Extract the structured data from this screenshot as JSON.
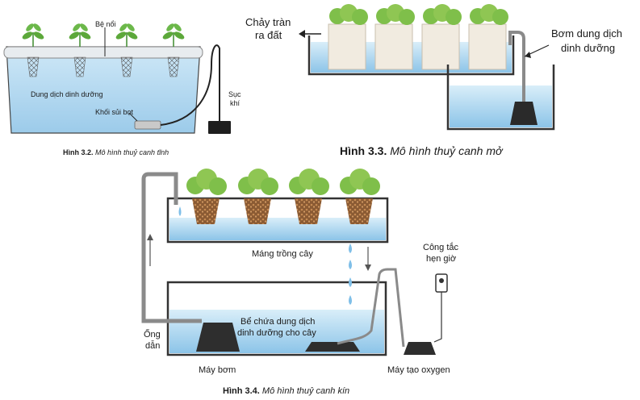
{
  "figure_32": {
    "caption_num": "Hình 3.2.",
    "caption_text": " Mô hình thuỷ canh tĩnh",
    "label_lid": "Bệ nổi",
    "label_solution": "Dung dịch dinh dưỡng",
    "label_air_stone": "Khối sủi bọt",
    "label_aerator_line1": "Sục",
    "label_aerator_line2": "khí"
  },
  "figure_33": {
    "caption_num": "Hình 3.3.",
    "caption_text": " Mô hình thuỷ canh mở",
    "label_overflow_line1": "Chảy tràn",
    "label_overflow_line2": "ra đất",
    "label_pump_line1": "Bơm dung dịch",
    "label_pump_line2": "dinh dưỡng"
  },
  "figure_34": {
    "caption_num": "Hình 3.4.",
    "caption_text": " Mô hình thuỷ canh kín",
    "label_channel": "Máng trồng cây",
    "label_reservoir_line1": "Bể chứa dung dịch",
    "label_reservoir_line2": "dinh dưỡng cho cây",
    "label_pipe_line1": "Ống",
    "label_pipe_line2": "dẫn",
    "label_pump": "Máy bơm",
    "label_oxygen": "Máy tạo oxygen",
    "label_timer_line1": "Công tắc",
    "label_timer_line2": "hẹn giờ"
  },
  "colors": {
    "water": "#a9d4ef",
    "water_deep": "#8cc4e8",
    "tank_line": "#3a3a3a",
    "plant": "#5ca83a",
    "lettuce": "#8fc653",
    "pipe": "#8a8a8a"
  }
}
